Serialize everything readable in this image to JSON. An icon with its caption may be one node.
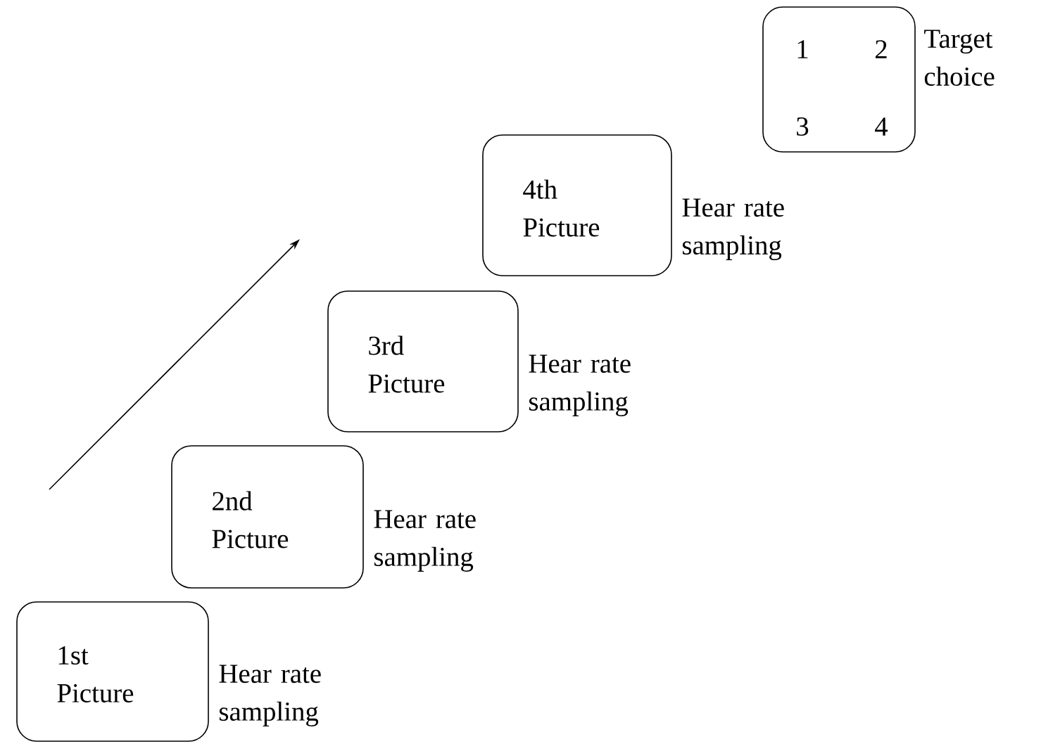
{
  "diagram": {
    "nodes": [
      {
        "text": [
          "1st Picture"
        ],
        "beside": [
          "Hear rate sampling"
        ]
      },
      {
        "text": [
          "2nd Picture"
        ],
        "beside": [
          "Hear rate sampling"
        ]
      },
      {
        "text": [
          "3rd Picture"
        ],
        "beside": [
          "Hear rate sampling"
        ]
      },
      {
        "text": [
          "4th Picture"
        ],
        "beside": [
          "Hear rate sampling"
        ]
      },
      {
        "text": [
          "1",
          "2",
          "3",
          "4"
        ],
        "beside": [
          "Target choice"
        ]
      }
    ]
  }
}
